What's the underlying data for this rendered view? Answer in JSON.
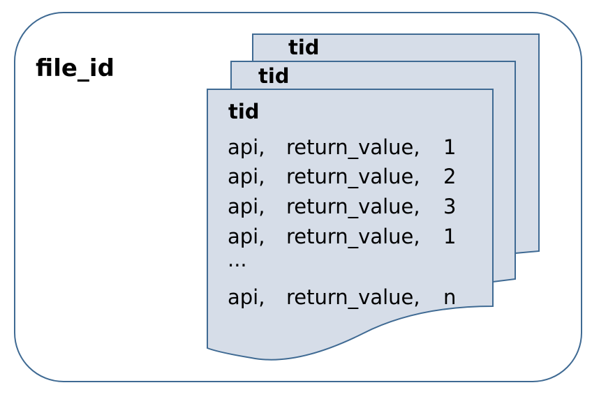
{
  "container": {
    "label": "file_id"
  },
  "pages": [
    {
      "label": "tid"
    },
    {
      "label": "tid"
    },
    {
      "label": "tid"
    }
  ],
  "front_page": {
    "rows": [
      {
        "api": "api,",
        "return_value": "return_value,",
        "count": "1"
      },
      {
        "api": "api,",
        "return_value": "return_value,",
        "count": "2"
      },
      {
        "api": "api,",
        "return_value": "return_value,",
        "count": "3"
      },
      {
        "api": "api,",
        "return_value": "return_value,",
        "count": "1"
      }
    ],
    "ellipsis": "...",
    "last_row": {
      "api": "api,",
      "return_value": "return_value,",
      "count": "n"
    }
  },
  "colors": {
    "stroke": "#3f6a93",
    "page_fill": "#d6dde8",
    "background": "#ffffff"
  }
}
